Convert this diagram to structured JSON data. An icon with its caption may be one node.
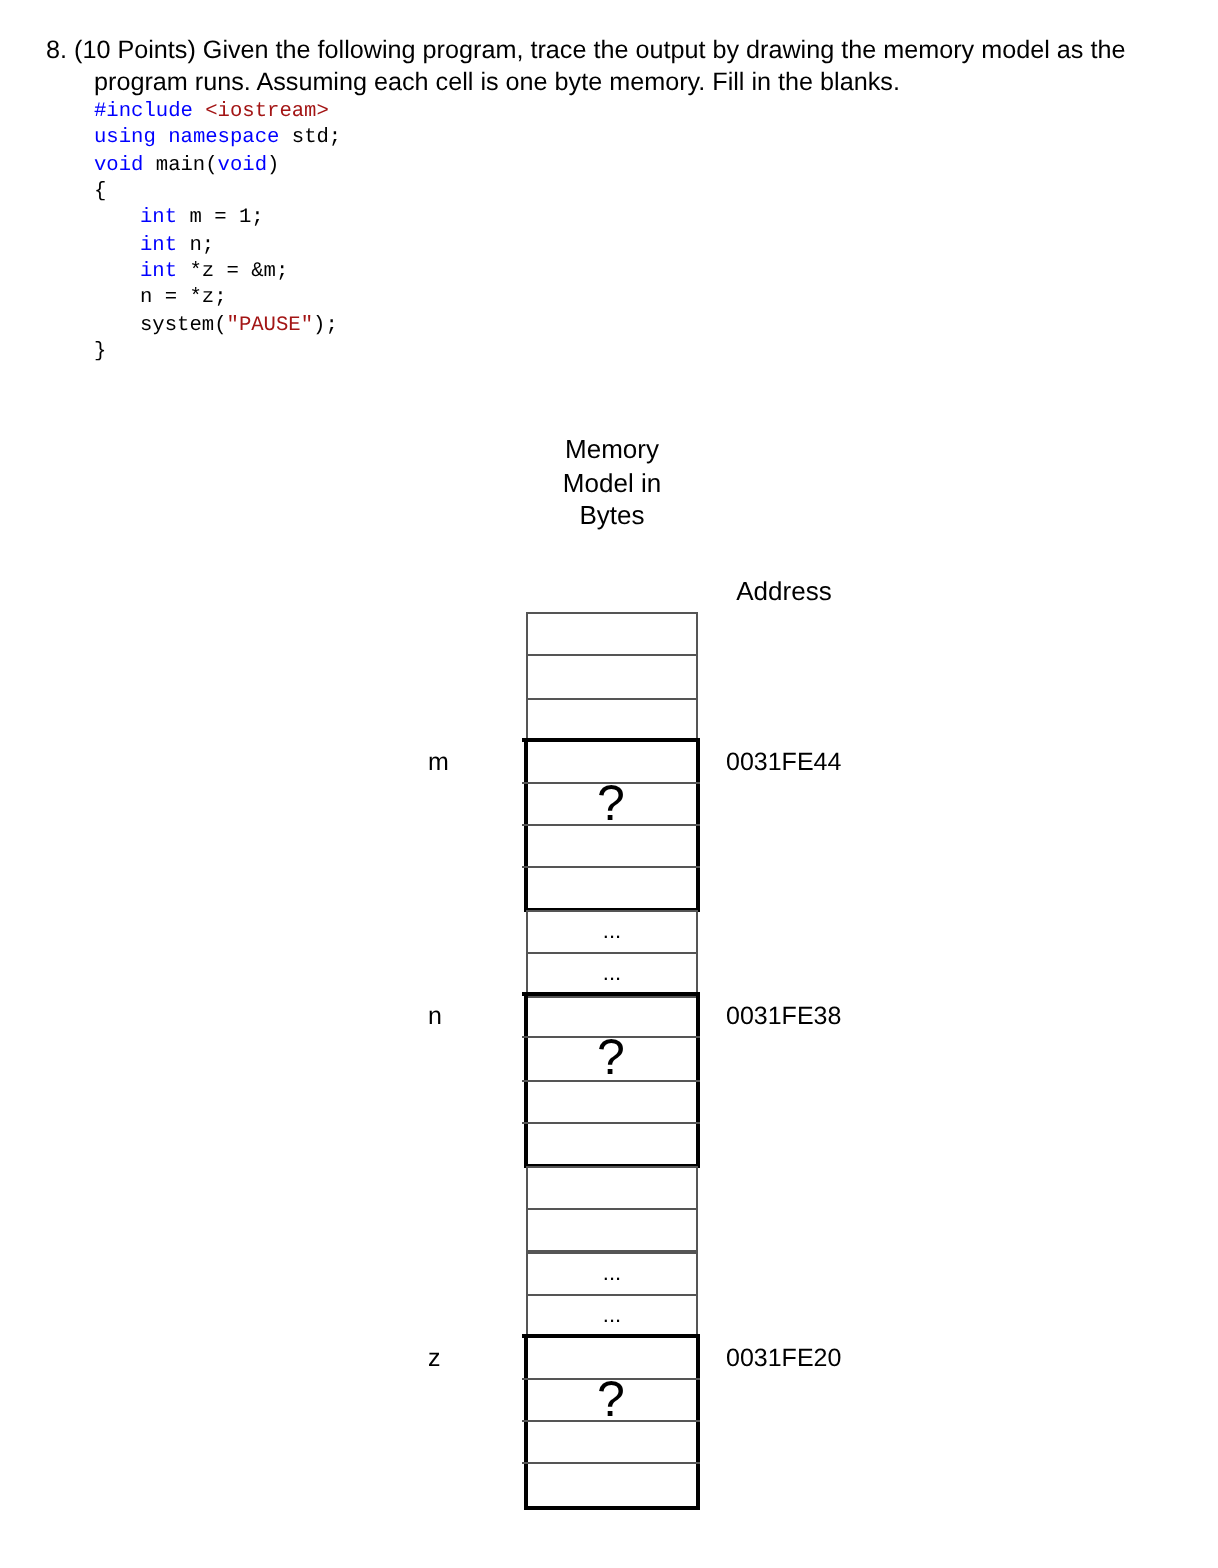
{
  "diagram": {
    "title": "8. (10 Points) Given the following program, trace the output by drawing the memory model as the program runs. Assuming each cell is one byte memory. Fill in the blanks.",
    "nodes": [
      {
        "text": [],
        "shape": "box"
      },
      {
        "text": [],
        "shape": "box"
      },
      {
        "text": [],
        "shape": "box"
      },
      {
        "text": [],
        "shape": "box",
        "beside": [
          "m",
          "0031FE44"
        ]
      },
      {
        "text": [],
        "shape": "box",
        "in": 3
      },
      {
        "text": [
          "?"
        ],
        "in": 3
      },
      {
        "text": [],
        "shape": "box",
        "in": 3
      },
      {
        "text": [],
        "shape": "box",
        "in": 3
      },
      {
        "text": [
          "..."
        ]
      },
      {
        "text": [
          "..."
        ]
      },
      {
        "text": [],
        "shape": "box",
        "beside": [
          "n",
          "0031FE38"
        ]
      },
      {
        "text": [],
        "shape": "box",
        "in": 10
      },
      {
        "text": [
          "?"
        ],
        "in": 10
      },
      {
        "text": [],
        "shape": "box",
        "in": 10
      },
      {
        "text": [],
        "shape": "box",
        "in": 10
      },
      {
        "text": [],
        "shape": "box"
      },
      {
        "text": [],
        "shape": "box"
      },
      {
        "text": [
          "..."
        ]
      },
      {
        "text": [
          "..."
        ]
      },
      {
        "text": [],
        "shape": "box",
        "beside": [
          "z",
          "0031FE20"
        ]
      },
      {
        "text": [],
        "shape": "box",
        "in": 19
      },
      {
        "text": [
          "?"
        ],
        "in": 19
      },
      {
        "text": [],
        "shape": "box",
        "in": 19
      },
      {
        "text": [],
        "shape": "box",
        "in": 19
      }
    ],
    "labels": [
      "#include <iostream>",
      "using namespace std;",
      "void main(void)",
      "{",
      "int m = 1;",
      "int n;",
      "int *z = &m;",
      "n = *z;",
      "system(\"PAUSE\");",
      "}",
      "Memory Model in Bytes",
      "Address"
    ]
  }
}
